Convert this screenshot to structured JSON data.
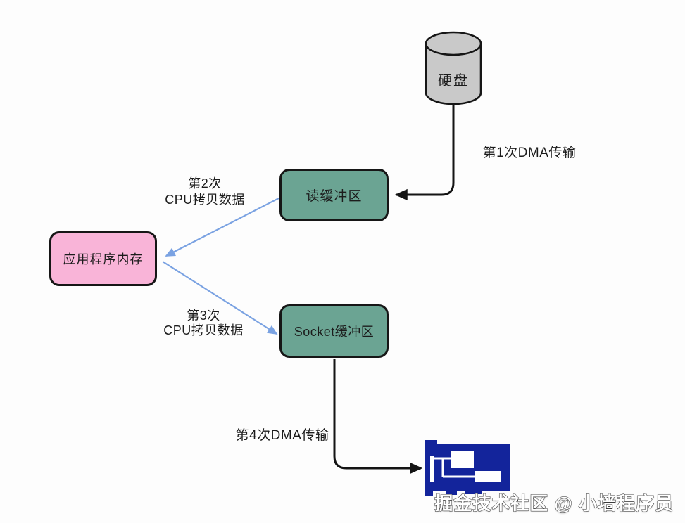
{
  "colors": {
    "background": "#fdfdfd",
    "node_teal": "#6ba493",
    "node_pink": "#f9b4d8",
    "disk_gray": "#c9c9c9",
    "outline_black": "#161616",
    "arrow_black": "#141414",
    "arrow_blue": "#7aa2e2",
    "nic_blue": "#13249b",
    "label_text": "#1c1c1c",
    "watermark_fill": "#ffffff",
    "watermark_outline": "#4a4a4a"
  },
  "nodes": {
    "disk": {
      "label": "硬盘",
      "shape": "cylinder"
    },
    "read_buffer": {
      "label": "读缓冲区",
      "shape": "rounded-rect"
    },
    "app_memory": {
      "label": "应用程序内存",
      "shape": "rounded-rect"
    },
    "socket_buffer": {
      "label": "Socket缓冲区",
      "shape": "rounded-rect"
    },
    "nic": {
      "icon": "network-card-icon"
    }
  },
  "edges": {
    "dma1": {
      "label": "第1次DMA传输",
      "from": "disk",
      "to": "read_buffer",
      "style": "black"
    },
    "cpu2": {
      "label_line1": "第2次",
      "label_line2": "CPU拷贝数据",
      "from": "read_buffer",
      "to": "app_memory",
      "style": "blue"
    },
    "cpu3": {
      "label_line1": "第3次",
      "label_line2": "CPU拷贝数据",
      "from": "app_memory",
      "to": "socket_buffer",
      "style": "blue"
    },
    "dma4": {
      "label": "第4次DMA传输",
      "from": "socket_buffer",
      "to": "nic",
      "style": "black"
    }
  },
  "watermark": "掘金技术社区 @ 小墙程序员"
}
